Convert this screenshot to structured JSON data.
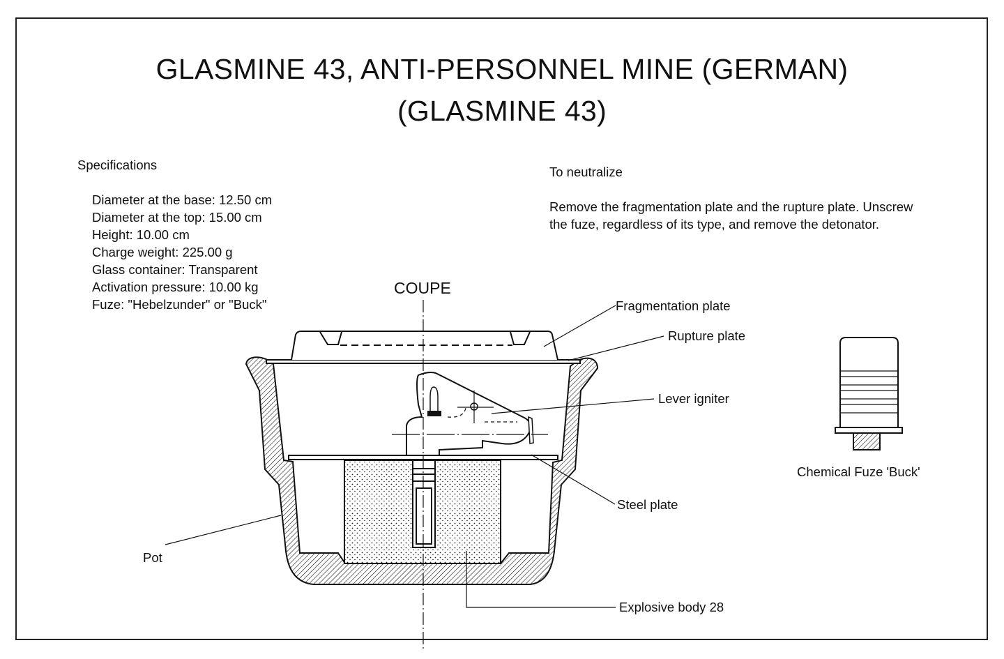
{
  "title": {
    "line1": "GLASMINE 43, ANTI-PERSONNEL MINE (GERMAN)",
    "line2": "(GLASMINE 43)"
  },
  "specifications": {
    "heading": "Specifications",
    "items": [
      "Diameter at the base: 12.50 cm",
      "Diameter at the top: 15.00 cm",
      "Height: 10.00 cm",
      "Charge weight: 225.00 g",
      "Glass container: Transparent",
      "Activation pressure: 10.00 kg",
      "Fuze: \"Hebelzunder\" or \"Buck\""
    ]
  },
  "neutralize": {
    "heading": "To neutralize",
    "line1": "Remove the fragmentation plate and the rupture plate. Unscrew",
    "line2": "the fuze, regardless of its type, and remove the detonator."
  },
  "diagram": {
    "section_label": "COUPE",
    "labels": {
      "fragmentation_plate": "Fragmentation plate",
      "rupture_plate": "Rupture plate",
      "lever_igniter": "Lever igniter",
      "steel_plate": "Steel plate",
      "pot": "Pot",
      "explosive_body": "Explosive body 28",
      "chemical_fuze": "Chemical Fuze 'Buck'"
    }
  }
}
